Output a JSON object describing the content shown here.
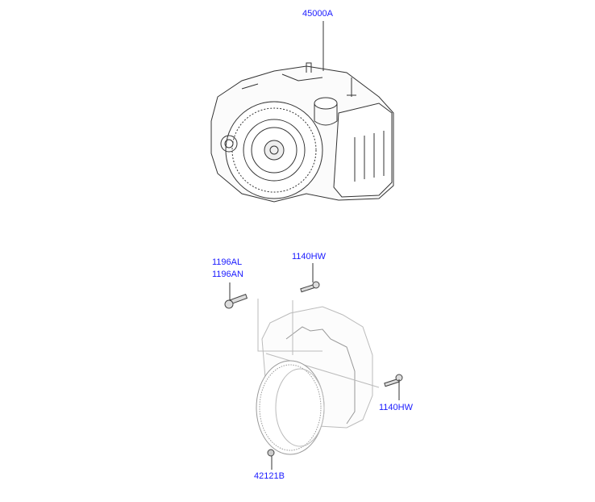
{
  "parts": {
    "transmission_assy": "45000A",
    "bolt_left_1": "1196AL",
    "bolt_left_2": "1196AN",
    "bolt_top": "1140HW",
    "bolt_right": "1140HW",
    "plug": "42121B"
  },
  "colors": {
    "label": "#1a1aff",
    "line": "#333333",
    "ghost": "#b8b8b8"
  }
}
